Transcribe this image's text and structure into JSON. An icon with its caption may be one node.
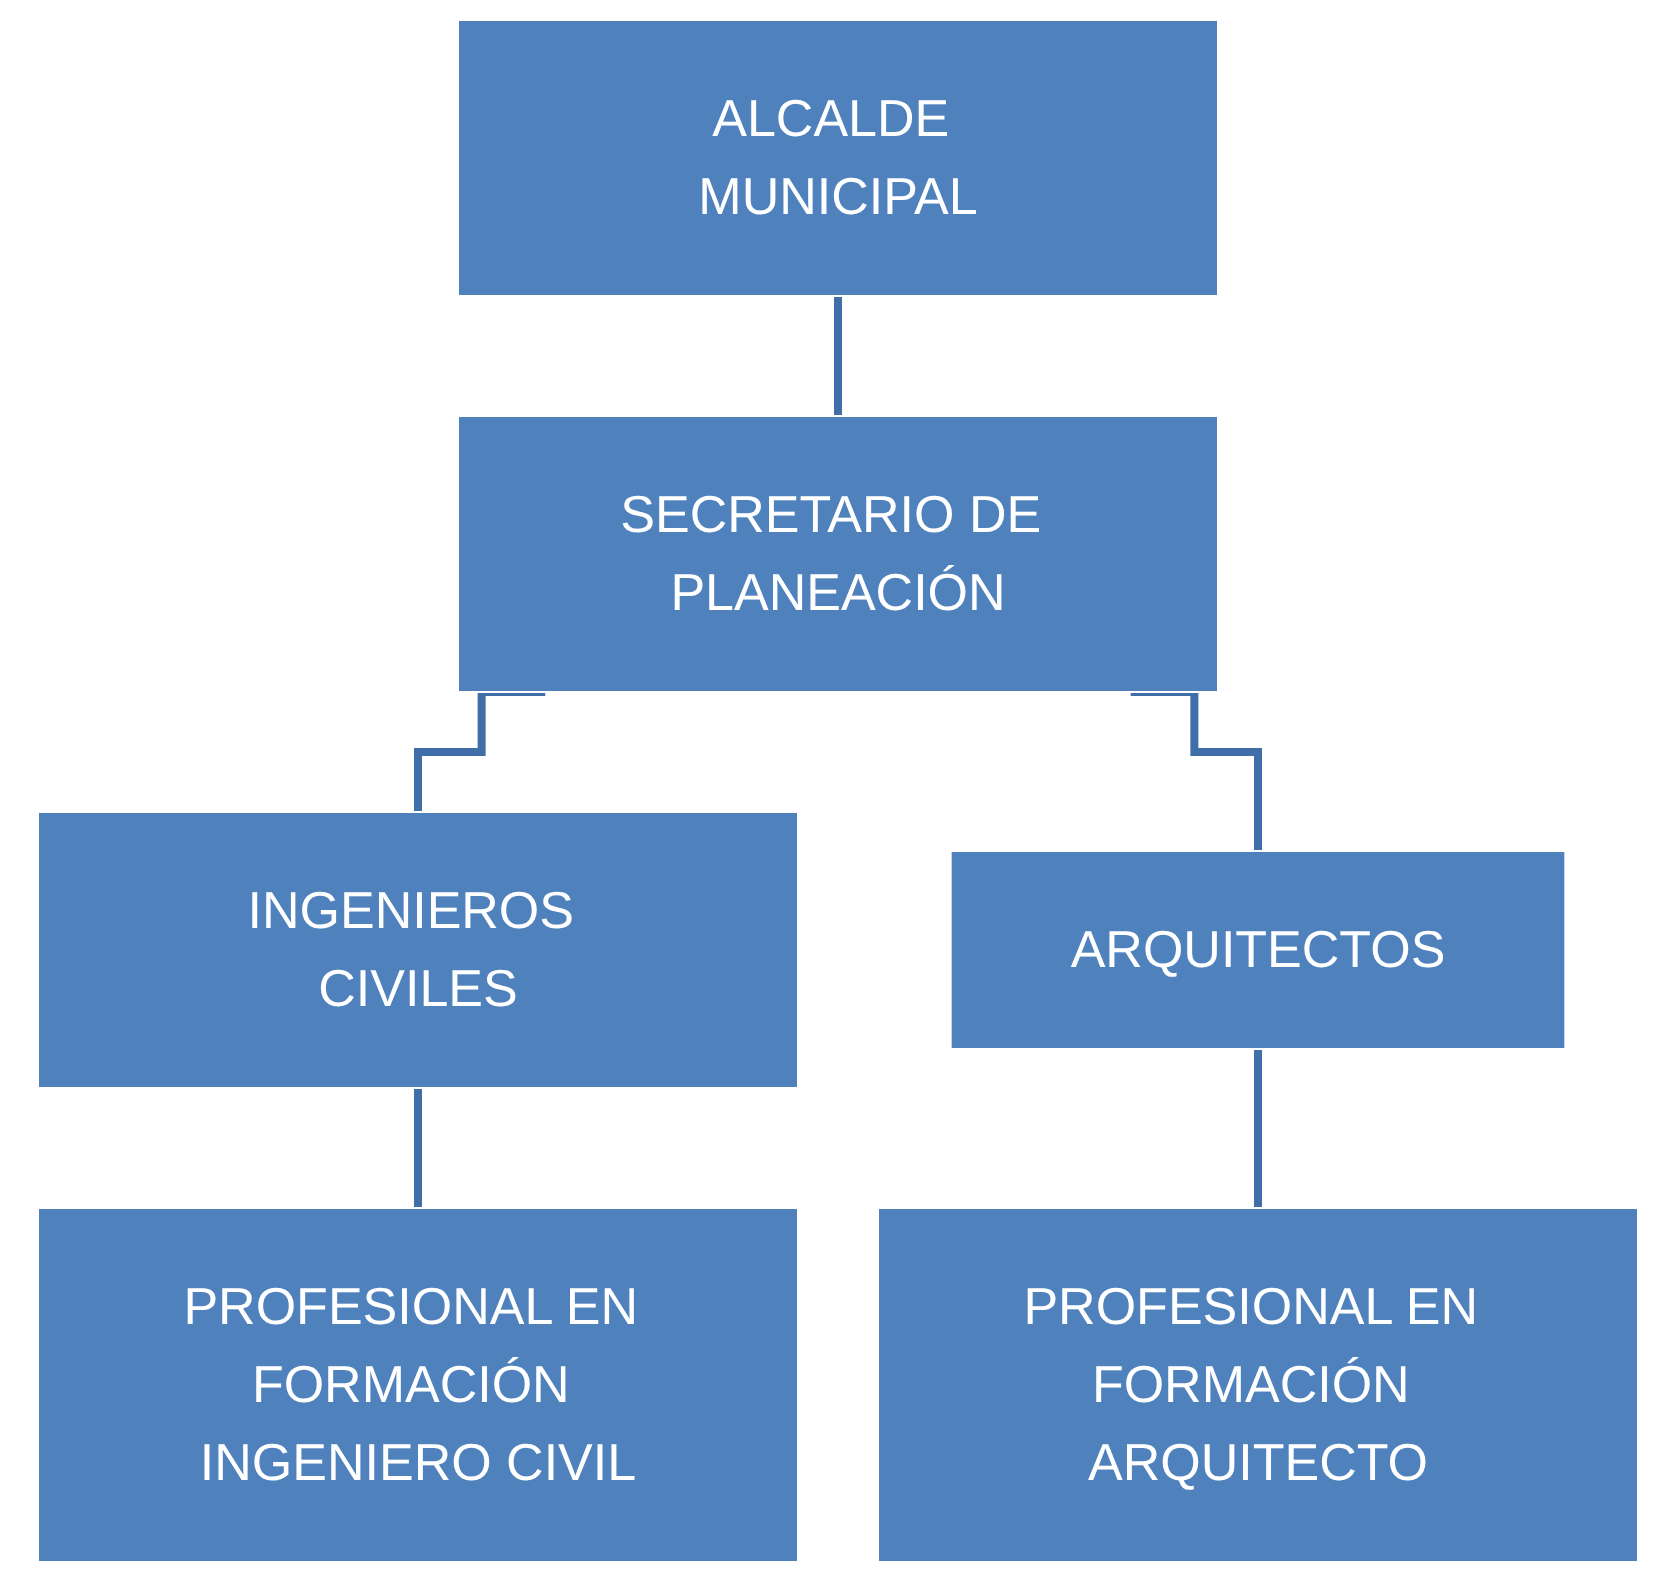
{
  "diagram": {
    "nodes": [
      {
        "text": [
          "ALCALDE MUNICIPAL"
        ]
      },
      {
        "text": [
          "SECRETARIO DE PLANEACIÓN"
        ]
      },
      {
        "text": [
          "INGENIEROS CIVILES"
        ]
      },
      {
        "text": [
          "ARQUITECTOS"
        ]
      },
      {
        "text": [
          "PROFESIONAL EN FORMACIÓN INGENIERO CIVIL"
        ]
      },
      {
        "text": [
          "PROFESIONAL EN FORMACIÓN ARQUITECTO"
        ]
      }
    ],
    "edges": [
      {
        "from": 0,
        "to": 1,
        "arrow": "none"
      },
      {
        "from": 1,
        "to": 2,
        "arrow": "none"
      },
      {
        "from": 1,
        "to": 3,
        "arrow": "none"
      },
      {
        "from": 2,
        "to": 4,
        "arrow": "none"
      },
      {
        "from": 3,
        "to": 5,
        "arrow": "none"
      }
    ]
  }
}
